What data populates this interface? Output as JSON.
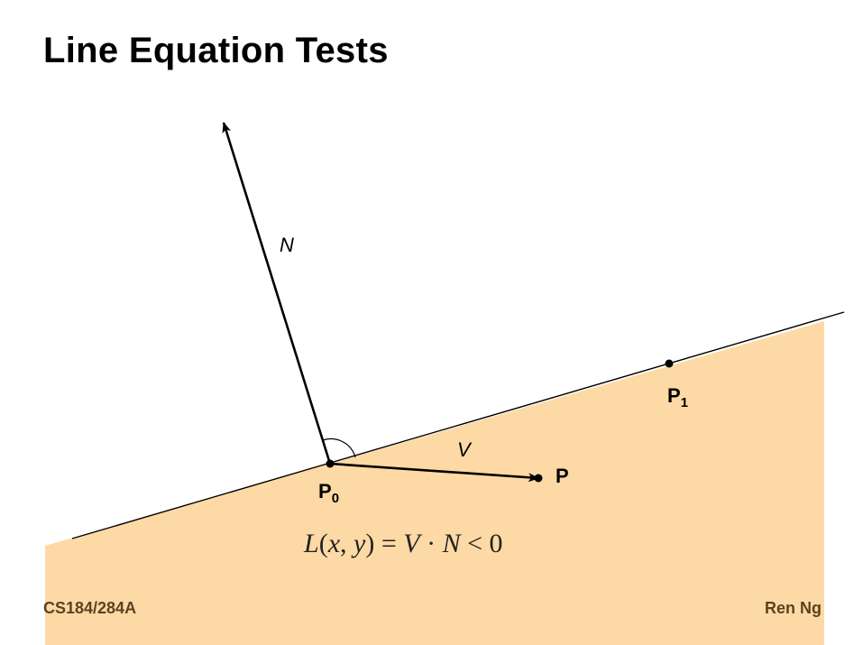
{
  "slide": {
    "title": "Line Equation Tests",
    "footer_left": "CS184/284A",
    "footer_right": "Ren Ng"
  },
  "colors": {
    "halfplane_fill": "#fddaa5",
    "line": "#000000",
    "footer_text": "#5a4320"
  },
  "diagram": {
    "labels": {
      "normal": "N",
      "vector": "V",
      "p0_base": "P",
      "p0_sub": "0",
      "p1_base": "P",
      "p1_sub": "1",
      "point_p": "P"
    },
    "equation": {
      "lhs_func": "L",
      "open": "(",
      "x": "x",
      "comma": ", ",
      "y": "y",
      "close": ")",
      "eq": " = ",
      "v": "V",
      "dot": " · ",
      "n": "N",
      "lt": " < ",
      "zero": "0"
    }
  }
}
